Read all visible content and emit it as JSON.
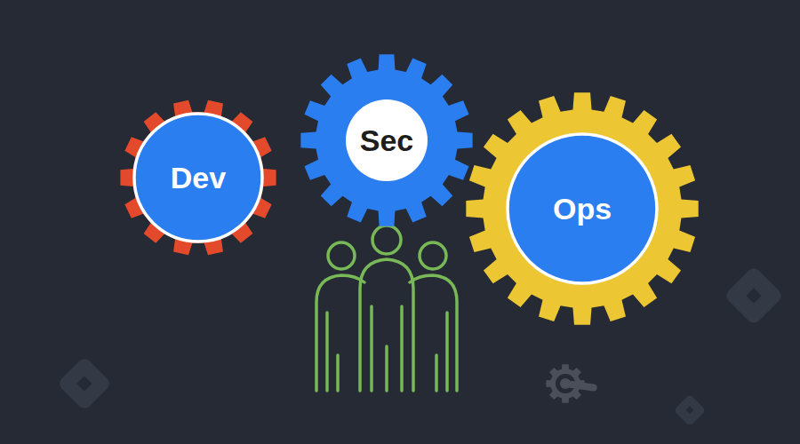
{
  "diagram": {
    "nodes": [
      {
        "text": [
          "Dev"
        ]
      },
      {
        "text": [
          "Sec"
        ]
      },
      {
        "text": [
          "Ops"
        ]
      }
    ]
  }
}
